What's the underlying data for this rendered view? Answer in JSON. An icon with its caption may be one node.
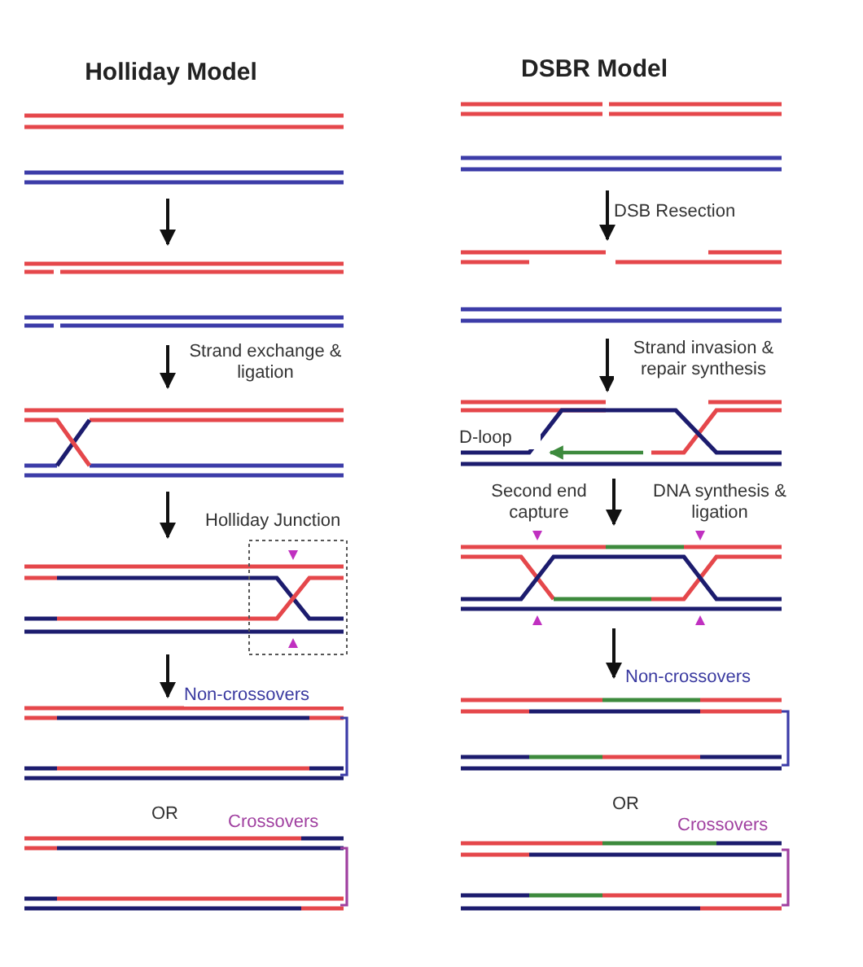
{
  "diagram": {
    "labels": [
      "Holliday Model",
      "DSBR Model",
      "DSB Resection",
      "Strand exchange & ligation",
      "Strand invasion & repair synthesis",
      "D-loop",
      "Second end capture",
      "DNA synthesis & ligation",
      "Holliday Junction",
      "Non-crossovers",
      "Non-crossovers",
      "OR",
      "OR",
      "Crossovers",
      "Crossovers"
    ]
  }
}
